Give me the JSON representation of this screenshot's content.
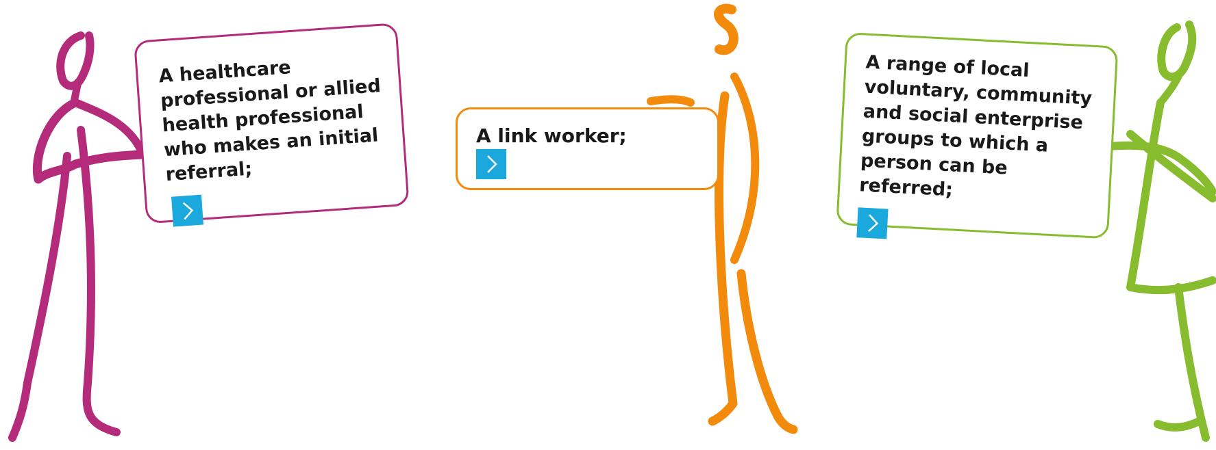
{
  "colors": {
    "referrer": "#b42b7b",
    "link_worker": "#f28a0c",
    "groups": "#86bc2e",
    "button": "#1ba9dd"
  },
  "cards": {
    "referrer": {
      "lines": [
        "A healthcare",
        "professional or allied",
        "health professional",
        "who makes an initial",
        "referral;"
      ],
      "button_icon": "chevron-right-icon"
    },
    "link_worker": {
      "lines": [
        "A link worker;"
      ],
      "button_icon": "chevron-right-icon"
    },
    "groups": {
      "lines": [
        "A range of local",
        "voluntary, community",
        "and social enterprise",
        "groups to which a",
        "person can be referred;"
      ],
      "button_icon": "chevron-right-icon"
    }
  }
}
